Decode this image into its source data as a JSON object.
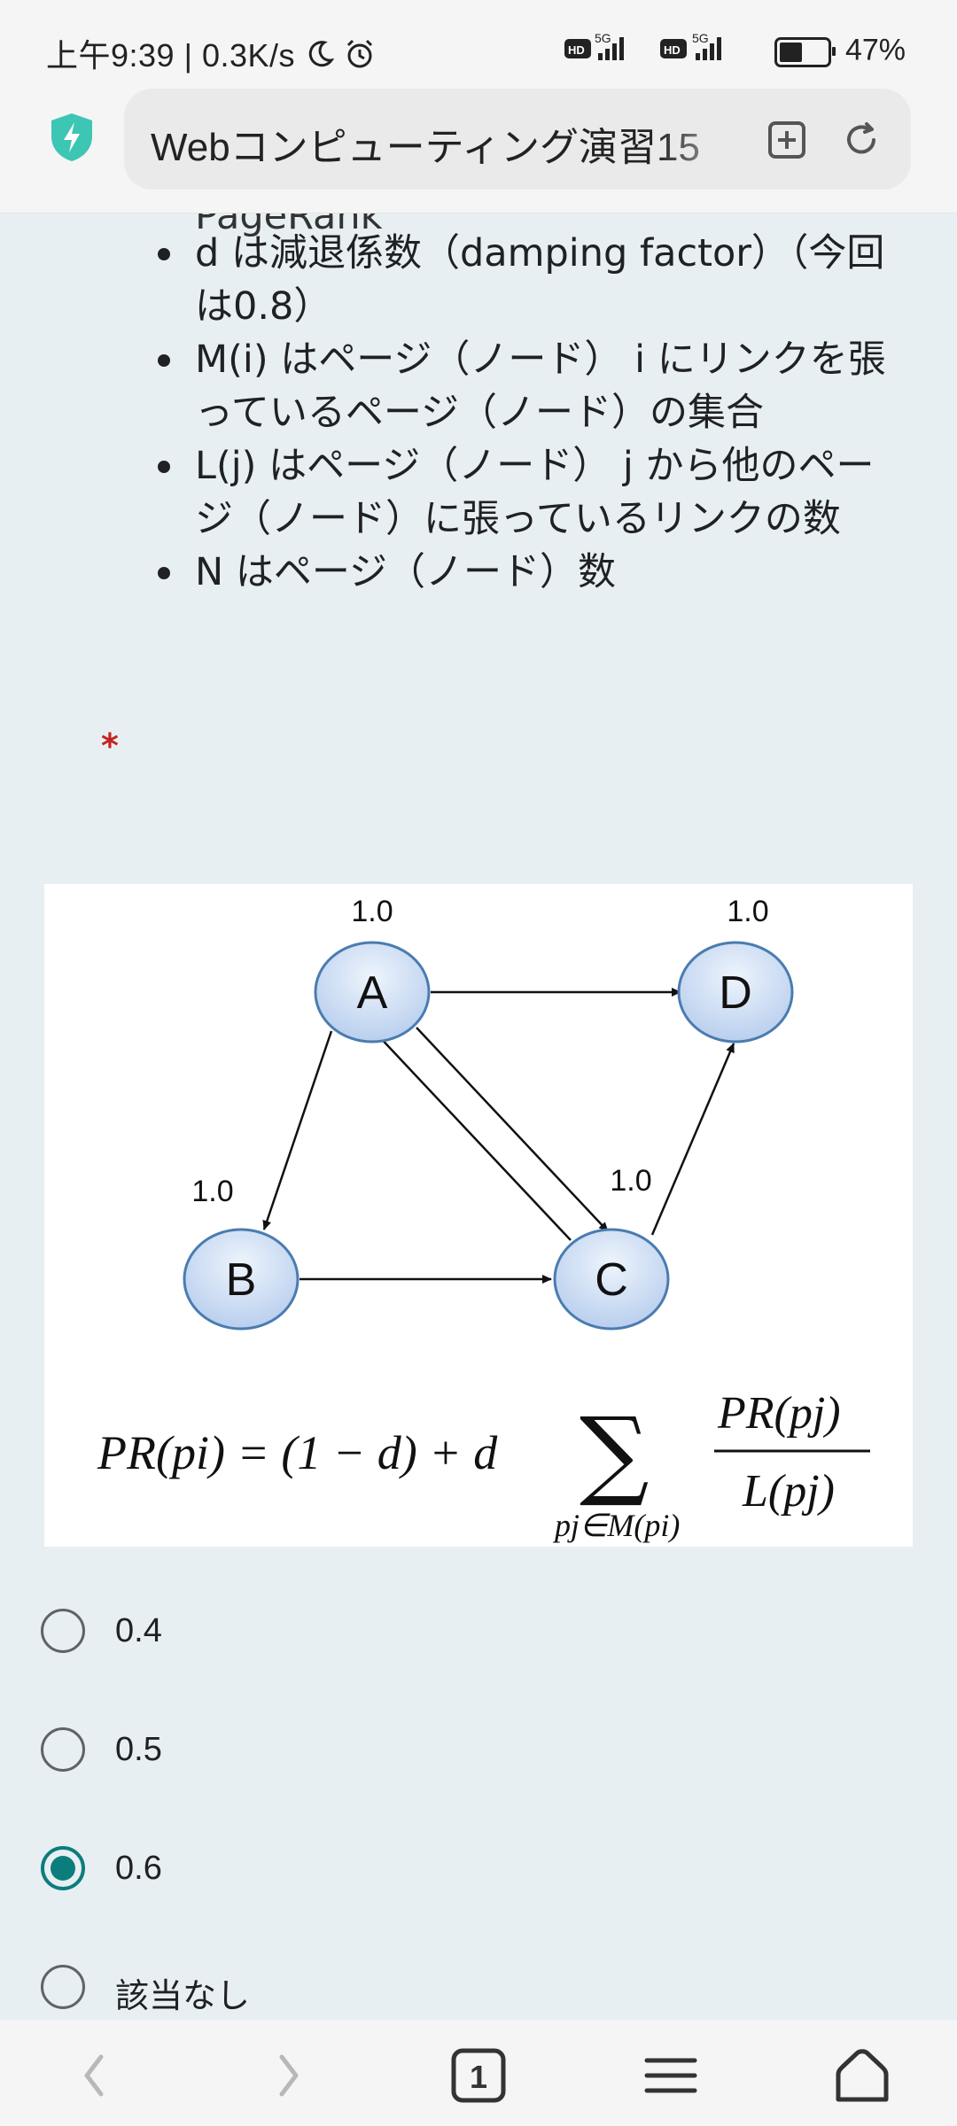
{
  "status_bar": {
    "time": "上午9:39",
    "speed": "0.3K/s",
    "battery": "47%",
    "battery_level": 0.47,
    "network_1": "5G",
    "network_2": "5G",
    "hd_label": "HD"
  },
  "browser": {
    "url_title": "Webコンピューティング演習15"
  },
  "question": {
    "cut_line": "PageRank",
    "bullets": [
      "d は減退係数（damping factor）（今回は0.8）",
      "M(i) はページ（ノード） i にリンクを張っているページ（ノード）の集合",
      "L(j) はページ（ノード） j から他のページ（ノード）に張っているリンクの数",
      "N はページ（ノード）数"
    ],
    "required_mark": "*"
  },
  "figure": {
    "nodes": [
      {
        "id": "A",
        "value": "1.0"
      },
      {
        "id": "B",
        "value": "1.0"
      },
      {
        "id": "C",
        "value": "1.0"
      },
      {
        "id": "D",
        "value": "1.0"
      }
    ],
    "edges": [
      [
        "A",
        "D"
      ],
      [
        "A",
        "B"
      ],
      [
        "A",
        "C"
      ],
      [
        "C",
        "A"
      ],
      [
        "B",
        "C"
      ],
      [
        "C",
        "D"
      ]
    ],
    "formula": {
      "lhs": "PR(pi) = (1 − d) + d",
      "sum_symbol": "∑",
      "sum_index": "pj∈M(pi)",
      "numerator": "PR(pj)",
      "denominator": "L(pj)"
    }
  },
  "options": [
    {
      "label": "0.4",
      "checked": false
    },
    {
      "label": "0.5",
      "checked": false
    },
    {
      "label": "0.6",
      "checked": true
    },
    {
      "label": "該当なし",
      "checked": false
    }
  ],
  "colors": {
    "accent": "#0b7d7d",
    "background": "#e8eff2",
    "node_fill": "#c9daf2",
    "required": "#c5221f"
  },
  "icons": {
    "shield": "shield-bolt-icon",
    "add_tab": "add-tab-icon",
    "reload": "reload-icon",
    "back": "back-icon",
    "forward": "forward-icon",
    "tabs": "tabs-icon",
    "menu": "menu-icon",
    "home": "home-icon",
    "moon": "moon-icon",
    "alarm": "alarm-icon"
  }
}
